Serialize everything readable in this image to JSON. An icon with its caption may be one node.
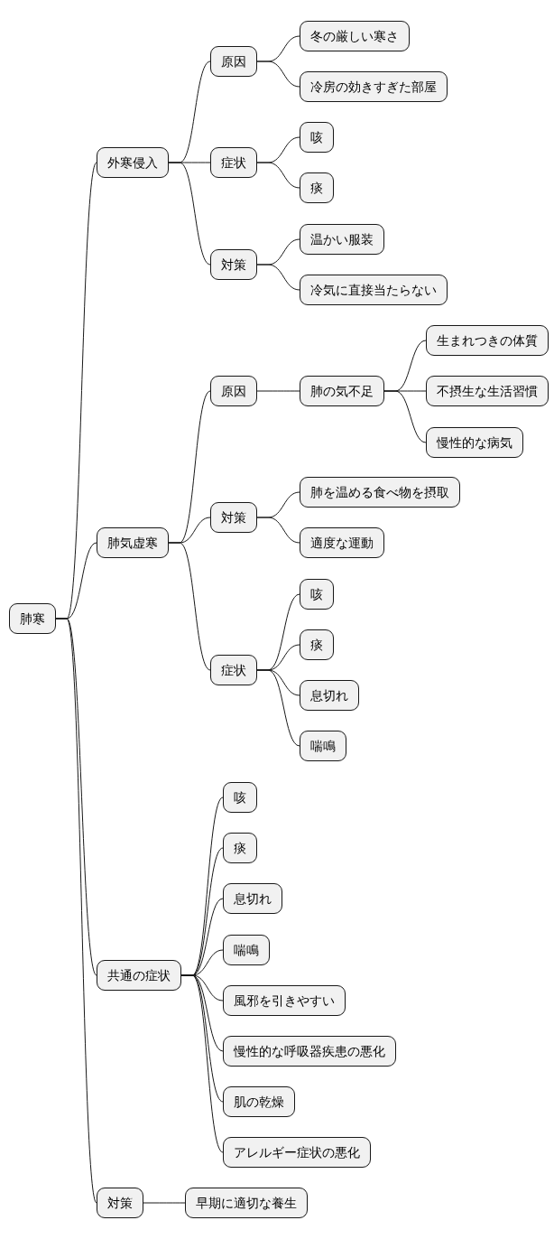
{
  "diagram": {
    "nodes": [
      {
        "text": [
          "肺寒"
        ]
      },
      {
        "text": [
          "外寒侵入"
        ]
      },
      {
        "text": [
          "原因"
        ]
      },
      {
        "text": [
          "冬の厳しい寒さ"
        ]
      },
      {
        "text": [
          "冷房の効きすぎた部屋"
        ]
      },
      {
        "text": [
          "症状"
        ]
      },
      {
        "text": [
          "咳"
        ]
      },
      {
        "text": [
          "痰"
        ]
      },
      {
        "text": [
          "対策"
        ]
      },
      {
        "text": [
          "温かい服装"
        ]
      },
      {
        "text": [
          "冷気に直接当たらない"
        ]
      },
      {
        "text": [
          "肺気虚寒"
        ]
      },
      {
        "text": [
          "原因"
        ]
      },
      {
        "text": [
          "肺の気不足"
        ]
      },
      {
        "text": [
          "生まれつきの体質"
        ]
      },
      {
        "text": [
          "不摂生な生活習慣"
        ]
      },
      {
        "text": [
          "慢性的な病気"
        ]
      },
      {
        "text": [
          "対策"
        ]
      },
      {
        "text": [
          "肺を温める食べ物を摂取"
        ]
      },
      {
        "text": [
          "適度な運動"
        ]
      },
      {
        "text": [
          "症状"
        ]
      },
      {
        "text": [
          "咳"
        ]
      },
      {
        "text": [
          "痰"
        ]
      },
      {
        "text": [
          "息切れ"
        ]
      },
      {
        "text": [
          "喘鳴"
        ]
      },
      {
        "text": [
          "共通の症状"
        ]
      },
      {
        "text": [
          "咳"
        ]
      },
      {
        "text": [
          "痰"
        ]
      },
      {
        "text": [
          "息切れ"
        ]
      },
      {
        "text": [
          "喘鳴"
        ]
      },
      {
        "text": [
          "風邪を引きやすい"
        ]
      },
      {
        "text": [
          "慢性的な呼吸器疾患の悪化"
        ]
      },
      {
        "text": [
          "肌の乾燥"
        ]
      },
      {
        "text": [
          "アレルギー症状の悪化"
        ]
      },
      {
        "text": [
          "対策"
        ]
      },
      {
        "text": [
          "早期に適切な養生"
        ]
      }
    ],
    "edges": [
      {
        "from": 0,
        "to": 1,
        "arrow": "none"
      },
      {
        "from": 0,
        "to": 11,
        "arrow": "none"
      },
      {
        "from": 0,
        "to": 25,
        "arrow": "none"
      },
      {
        "from": 0,
        "to": 34,
        "arrow": "none"
      },
      {
        "from": 1,
        "to": 2,
        "arrow": "none"
      },
      {
        "from": 1,
        "to": 5,
        "arrow": "none"
      },
      {
        "from": 1,
        "to": 8,
        "arrow": "none"
      },
      {
        "from": 2,
        "to": 3,
        "arrow": "none"
      },
      {
        "from": 2,
        "to": 4,
        "arrow": "none"
      },
      {
        "from": 5,
        "to": 6,
        "arrow": "none"
      },
      {
        "from": 5,
        "to": 7,
        "arrow": "none"
      },
      {
        "from": 8,
        "to": 9,
        "arrow": "none"
      },
      {
        "from": 8,
        "to": 10,
        "arrow": "none"
      },
      {
        "from": 11,
        "to": 12,
        "arrow": "none"
      },
      {
        "from": 11,
        "to": 17,
        "arrow": "none"
      },
      {
        "from": 11,
        "to": 20,
        "arrow": "none"
      },
      {
        "from": 12,
        "to": 13,
        "arrow": "none"
      },
      {
        "from": 13,
        "to": 14,
        "arrow": "none"
      },
      {
        "from": 13,
        "to": 15,
        "arrow": "none"
      },
      {
        "from": 13,
        "to": 16,
        "arrow": "none"
      },
      {
        "from": 17,
        "to": 18,
        "arrow": "none"
      },
      {
        "from": 17,
        "to": 19,
        "arrow": "none"
      },
      {
        "from": 20,
        "to": 21,
        "arrow": "none"
      },
      {
        "from": 20,
        "to": 22,
        "arrow": "none"
      },
      {
        "from": 20,
        "to": 23,
        "arrow": "none"
      },
      {
        "from": 20,
        "to": 24,
        "arrow": "none"
      },
      {
        "from": 25,
        "to": 26,
        "arrow": "none"
      },
      {
        "from": 25,
        "to": 27,
        "arrow": "none"
      },
      {
        "from": 25,
        "to": 28,
        "arrow": "none"
      },
      {
        "from": 25,
        "to": 29,
        "arrow": "none"
      },
      {
        "from": 25,
        "to": 30,
        "arrow": "none"
      },
      {
        "from": 25,
        "to": 31,
        "arrow": "none"
      },
      {
        "from": 25,
        "to": 32,
        "arrow": "none"
      },
      {
        "from": 25,
        "to": 33,
        "arrow": "none"
      },
      {
        "from": 34,
        "to": 35,
        "arrow": "none"
      }
    ]
  }
}
